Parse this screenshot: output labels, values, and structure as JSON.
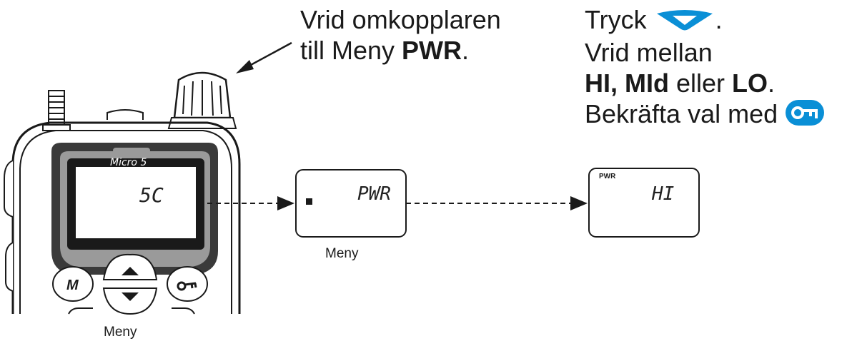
{
  "instruction_left": {
    "line1": "Vrid omkopplaren",
    "line2_prefix": "till Meny ",
    "line2_bold": "PWR",
    "line2_suffix": "."
  },
  "instruction_right": {
    "line1_prefix": "Tryck ",
    "line1_suffix": ".",
    "line2": "Vrid mellan",
    "line3_bold1": "HI, MId",
    "line3_mid": " eller ",
    "line3_bold2": "LO",
    "line3_suffix": ".",
    "line4": "Bekräfta val med"
  },
  "radio": {
    "brand": "Micro 5",
    "display_text": "5C",
    "button_m": "M",
    "caption": "Meny"
  },
  "display_pwr": {
    "text": "PWR",
    "caption": "Meny"
  },
  "display_hi": {
    "label": "PWR",
    "text": "HI"
  },
  "icons": {
    "down_button": "down-arrow-button-icon",
    "key_button": "key-button-icon"
  },
  "colors": {
    "accent_blue": "#0a8fd6",
    "ink": "#1a1a1a"
  }
}
